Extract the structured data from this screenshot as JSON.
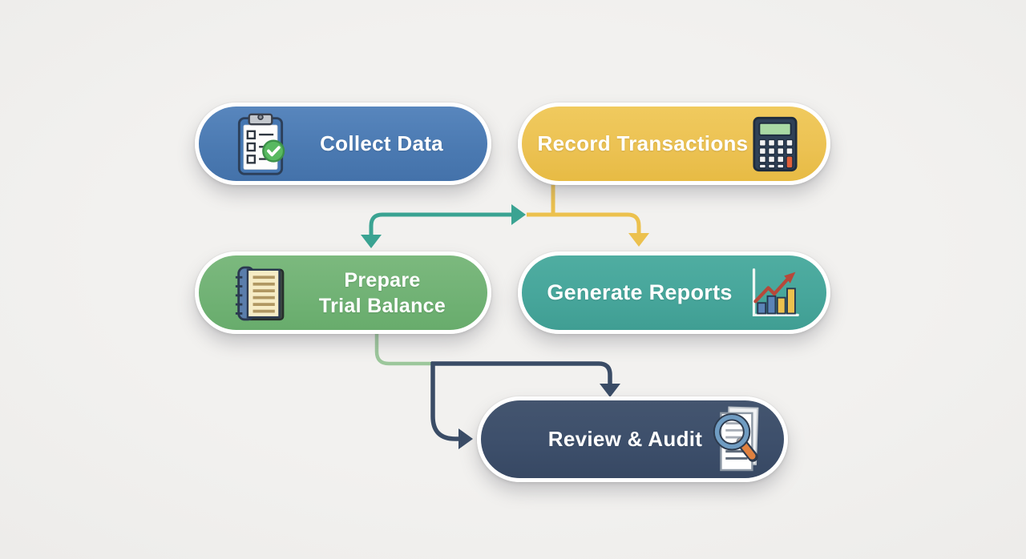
{
  "diagram": {
    "description": "Accounting workflow flowchart with five rounded pill nodes connected by elbow arrows",
    "nodes": [
      {
        "id": "collect-data",
        "label": "Collect Data",
        "color": "#4e7db4",
        "text_color": "#ffffff",
        "icon": "clipboard-checklist-icon",
        "icon_side": "left"
      },
      {
        "id": "record-transactions",
        "label": "Record Transactions",
        "color": "#ecc152",
        "text_color": "#ffffff",
        "icon": "calculator-icon",
        "icon_side": "right"
      },
      {
        "id": "prepare-trial-balance",
        "label_line1": "Prepare",
        "label_line2": "Trial Balance",
        "color": "#71b275",
        "text_color": "#ffffff",
        "icon": "ledger-notebook-icon",
        "icon_side": "left"
      },
      {
        "id": "generate-reports",
        "label": "Generate Reports",
        "color": "#47a69b",
        "text_color": "#ffffff",
        "icon": "bar-chart-growth-icon",
        "icon_side": "right"
      },
      {
        "id": "review-audit",
        "label": "Review & Audit",
        "color": "#3d4f6b",
        "text_color": "#ffffff",
        "icon": "magnifier-document-icon",
        "icon_side": "right"
      }
    ],
    "connectors": [
      {
        "from": "collect-data",
        "to": "prepare-trial-balance",
        "color": "#3aa392",
        "shape": "elbow with down-arrow into Prepare Trial Balance and right-arrow toward center junction"
      },
      {
        "from": "record-transactions",
        "to": "generate-reports",
        "color": "#ecc14e",
        "shape": "drops from Record Transactions, runs right, down-arrow into Generate Reports"
      },
      {
        "from": "prepare-trial-balance",
        "to": "review-audit-junction",
        "color": "#9cc79b",
        "shape": "drops from Prepare Trial Balance and curves right into dark junction line"
      },
      {
        "from": "junction",
        "to": "review-audit",
        "color": "#3a4c66",
        "shape": "branches: right then down-arrow into top of Review & Audit; down then right-arrow into left of Review & Audit"
      }
    ]
  }
}
